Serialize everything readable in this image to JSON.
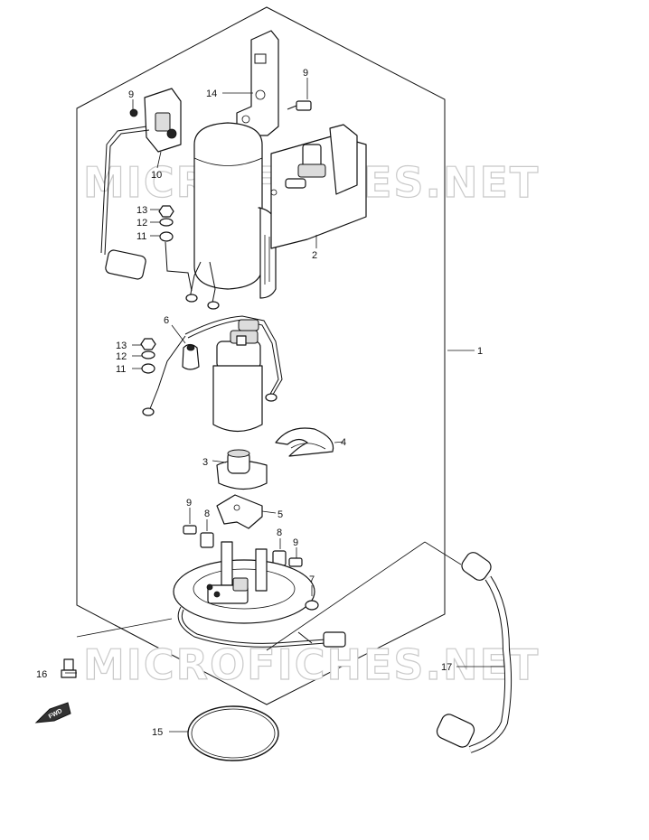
{
  "watermark": "MICROFICHES.NET",
  "fwd_label": "FWD",
  "callouts": {
    "c1": "1",
    "c2": "2",
    "c3": "3",
    "c4": "4",
    "c5": "5",
    "c6": "6",
    "c7": "7",
    "c8a": "8",
    "c8b": "8",
    "c9a": "9",
    "c9b": "9",
    "c9c": "9",
    "c9d": "9",
    "c10": "10",
    "c11a": "11",
    "c11b": "11",
    "c12a": "12",
    "c12b": "12",
    "c13a": "13",
    "c13b": "13",
    "c14": "14",
    "c15": "15",
    "c16": "16",
    "c17": "17"
  }
}
